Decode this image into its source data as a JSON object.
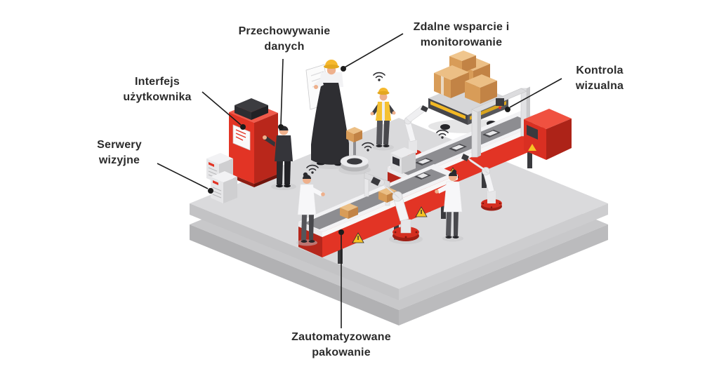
{
  "page": {
    "background": "#ffffff"
  },
  "labels": [
    {
      "id": "data-storage",
      "text": "Przechowywanie danych"
    },
    {
      "id": "remote-support",
      "text": "Zdalne wsparcie i monitorowanie"
    },
    {
      "id": "user-interface",
      "text": "Interfejs użytkownika"
    },
    {
      "id": "vision-servers",
      "text": "Serwery wizyjne"
    },
    {
      "id": "visual-inspection",
      "text": "Kontrola wizualna"
    },
    {
      "id": "automated-packaging",
      "text": "Zautomatyzowane pakowanie"
    }
  ],
  "icons": [
    "wifi-icon",
    "warning-triangle-icon",
    "camera-icon"
  ],
  "colors": {
    "accent_red": "#e23425",
    "dark_red": "#b5271c",
    "platform_gray": "#dadadc",
    "safety_yellow": "#f5b82e",
    "warning_yellow": "#f7c325",
    "cardboard": "#d89c58",
    "label_text": "#2b2b2b",
    "leader_line": "#1c1c1c"
  }
}
